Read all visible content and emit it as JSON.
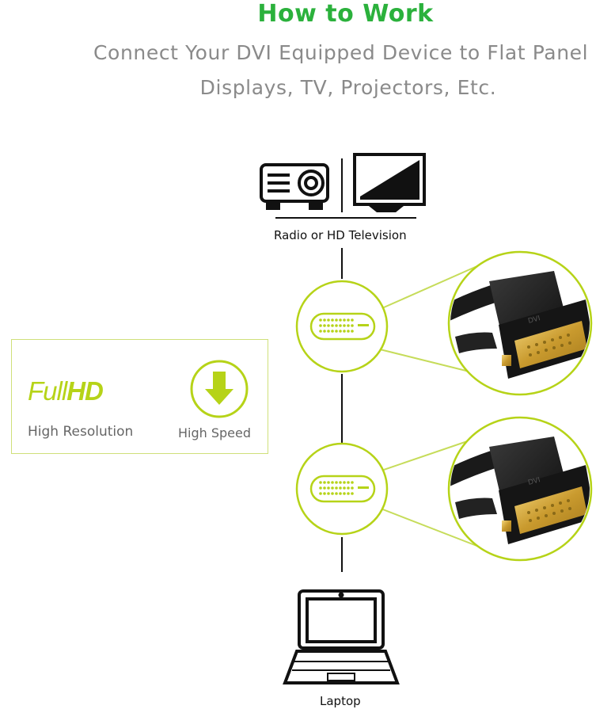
{
  "header": {
    "title": "How to Work",
    "subtitle_line1": "Connect Your DVI Equipped Device to Flat Panel",
    "subtitle_line2": "Displays, TV, Projectors, Etc."
  },
  "diagram": {
    "top_device_label": "Radio or HD Television",
    "bottom_device_label": "Laptop",
    "connector_text": "DVI"
  },
  "features": {
    "fullhd_full": "Full",
    "fullhd_hd": "HD",
    "resolution_label": "High Resolution",
    "speed_label": "High Speed"
  },
  "colors": {
    "title_green": "#2bb13c",
    "accent_lime": "#b6d318",
    "subtitle_gray": "#8a8a8a",
    "gold": "#d4a93c"
  }
}
